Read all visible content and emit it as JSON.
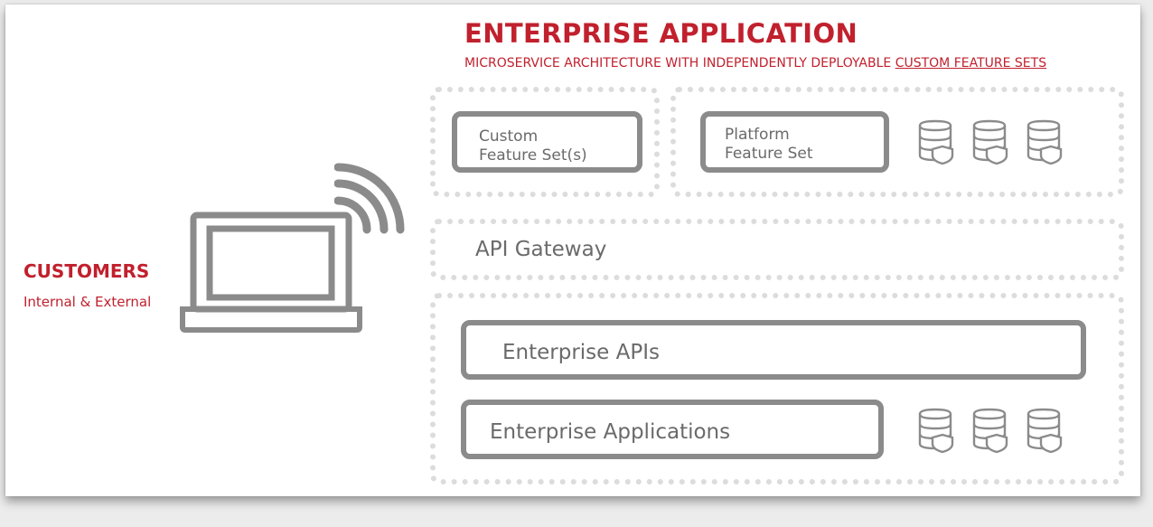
{
  "header": {
    "title": "ENTERPRISE APPLICATION",
    "subtitle_prefix": "MICROSERVICE ARCHITECTURE WITH INDEPENDENTLY DEPLOYABLE ",
    "subtitle_link": "CUSTOM FEATURE SETS"
  },
  "customers": {
    "title": "CUSTOMERS",
    "subtitle": "Internal & External"
  },
  "feature_sets": {
    "custom_line1": "Custom",
    "custom_line2": "Feature Set(s)",
    "platform_line1": "Platform",
    "platform_line2": "Feature Set"
  },
  "gateway": {
    "label": "API Gateway"
  },
  "enterprise": {
    "apis_label": "Enterprise APIs",
    "apps_label": "Enterprise Applications"
  },
  "icons": {
    "device": "laptop-icon",
    "signal": "wifi-signal-icon",
    "storage": "secure-database-icon"
  },
  "colors": {
    "accent": "#c1202d",
    "box_border": "#8b8b8b",
    "dotted_border": "#dcdcdc",
    "text_gray": "#6a6a6a"
  }
}
